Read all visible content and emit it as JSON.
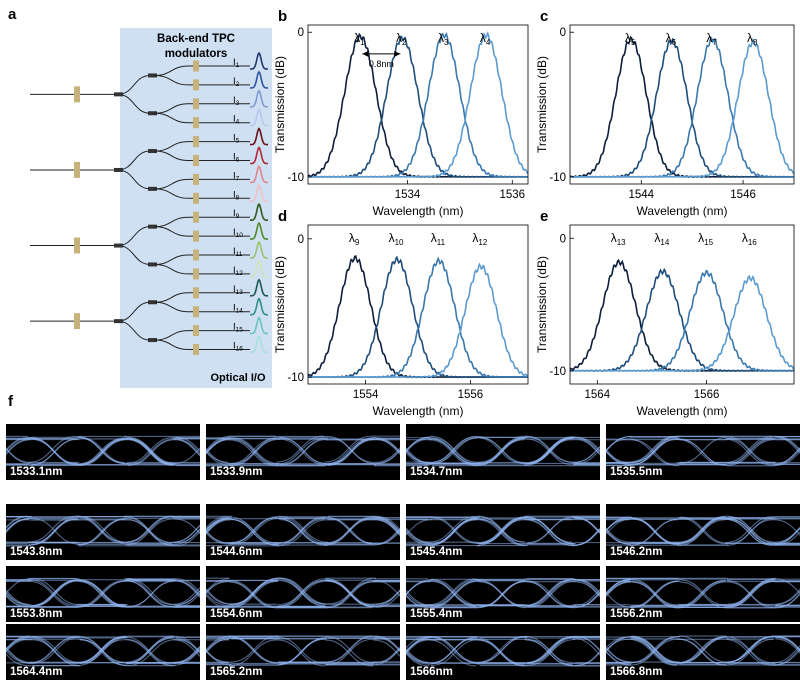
{
  "panel_labels": {
    "a": "a",
    "b": "b",
    "c": "c",
    "d": "d",
    "e": "e",
    "f": "f"
  },
  "diagram": {
    "title_line1": "Back-end TPC",
    "title_line2": "modulators",
    "bottom_label": "Optical I/O",
    "output_labels": [
      "I",
      "I",
      "I",
      "I",
      "I",
      "I",
      "I",
      "I",
      "I",
      "I",
      "I",
      "I",
      "I",
      "I",
      "I",
      "I"
    ],
    "output_subscripts": [
      "1",
      "2",
      "3",
      "4",
      "5",
      "6",
      "7",
      "8",
      "9",
      "10",
      "11",
      "12",
      "13",
      "14",
      "15",
      "16"
    ],
    "pulse_colors": [
      "#1f3a6b",
      "#2f55a0",
      "#7f9bd0",
      "#b6c8ea",
      "#6b0f18",
      "#b22636",
      "#e0858c",
      "#f0c0c4",
      "#2e5a1c",
      "#4f8a2a",
      "#98c270",
      "#cfe3b8",
      "#1d5a55",
      "#2f8f88",
      "#6cc4bd",
      "#a8e0da"
    ],
    "phase_shifter_color": "#c8b27c",
    "background_color": "#cfe0f2"
  },
  "chart_data": [
    {
      "id": "b",
      "type": "line",
      "xlabel": "Wavelength (nm)",
      "ylabel": "Transmission (dB)",
      "xlim": [
        1532.1,
        1536.3
      ],
      "ylim": [
        -10.5,
        0.5
      ],
      "xticks": [
        1534,
        1536
      ],
      "xtick_labels": [
        "1534",
        "1536"
      ],
      "yticks": [
        0,
        -10
      ],
      "ytick_labels": [
        "0",
        "-10"
      ],
      "series_labels": [
        {
          "base": "λ",
          "sub": "1"
        },
        {
          "base": "λ",
          "sub": "2"
        },
        {
          "base": "λ",
          "sub": "3"
        },
        {
          "base": "λ",
          "sub": "4"
        }
      ],
      "peaks_x": [
        1533.1,
        1533.9,
        1534.7,
        1535.5
      ],
      "peaks_y": [
        -0.3,
        -0.4,
        -0.2,
        -0.2
      ],
      "colors": [
        "#0d1f3c",
        "#1f4e7a",
        "#3a78ad",
        "#5b9bd0"
      ],
      "annotation": "0.8nm"
    },
    {
      "id": "c",
      "type": "line",
      "xlabel": "Wavelength (nm)",
      "ylabel": "Transmission (dB)",
      "xlim": [
        1542.6,
        1547.0
      ],
      "ylim": [
        -10.5,
        0.5
      ],
      "xticks": [
        1544,
        1546
      ],
      "xtick_labels": [
        "1544",
        "1546"
      ],
      "yticks": [
        0,
        -10
      ],
      "ytick_labels": [
        "0",
        "-10"
      ],
      "series_labels": [
        {
          "base": "λ",
          "sub": "5"
        },
        {
          "base": "λ",
          "sub": "6"
        },
        {
          "base": "λ",
          "sub": "7"
        },
        {
          "base": "λ",
          "sub": "8"
        }
      ],
      "peaks_x": [
        1543.8,
        1544.6,
        1545.4,
        1546.2
      ],
      "peaks_y": [
        -0.5,
        -0.6,
        -0.5,
        -0.7
      ],
      "colors": [
        "#0d1f3c",
        "#1f4e7a",
        "#3a78ad",
        "#5b9bd0"
      ]
    },
    {
      "id": "d",
      "type": "line",
      "xlabel": "Wavelength (nm)",
      "ylabel": "Transmission (dB)",
      "xlim": [
        1552.9,
        1557.1
      ],
      "ylim": [
        -10.5,
        1.0
      ],
      "xticks": [
        1554,
        1556
      ],
      "xtick_labels": [
        "1554",
        "1556"
      ],
      "yticks": [
        0,
        -10
      ],
      "ytick_labels": [
        "0",
        "-10"
      ],
      "series_labels": [
        {
          "base": "λ",
          "sub": "9"
        },
        {
          "base": "λ",
          "sub": "10"
        },
        {
          "base": "λ",
          "sub": "11"
        },
        {
          "base": "λ",
          "sub": "12"
        }
      ],
      "peaks_x": [
        1553.8,
        1554.6,
        1555.4,
        1556.2
      ],
      "peaks_y": [
        -1.4,
        -1.5,
        -1.6,
        -2.0
      ],
      "colors": [
        "#0d1f3c",
        "#1f4e7a",
        "#3a78ad",
        "#5b9bd0"
      ]
    },
    {
      "id": "e",
      "type": "line",
      "xlabel": "Wavelength (nm)",
      "ylabel": "Transmission (dB)",
      "xlim": [
        1563.5,
        1567.6
      ],
      "ylim": [
        -11.0,
        1.0
      ],
      "xticks": [
        1564,
        1566
      ],
      "xtick_labels": [
        "1564",
        "1566"
      ],
      "yticks": [
        0,
        -10
      ],
      "ytick_labels": [
        "0",
        "-10"
      ],
      "series_labels": [
        {
          "base": "λ",
          "sub": "13"
        },
        {
          "base": "λ",
          "sub": "14"
        },
        {
          "base": "λ",
          "sub": "15"
        },
        {
          "base": "λ",
          "sub": "16"
        }
      ],
      "peaks_x": [
        1564.4,
        1565.2,
        1566.0,
        1566.8
      ],
      "peaks_y": [
        -1.8,
        -2.5,
        -2.6,
        -3.0
      ],
      "colors": [
        "#0d1f3c",
        "#1f4e7a",
        "#3a78ad",
        "#5b9bd0"
      ]
    }
  ],
  "eye_diagrams": {
    "labels": [
      "1533.1nm",
      "1533.9nm",
      "1534.7nm",
      "1535.5nm",
      "1543.8nm",
      "1544.6nm",
      "1545.4nm",
      "1546.2nm",
      "1553.8nm",
      "1554.6nm",
      "1555.4nm",
      "1556.2nm",
      "1564.4nm",
      "1565.2nm",
      "1566nm",
      "1566.8nm"
    ],
    "trace_color": "#8fb4f0",
    "background_color": "#000000"
  }
}
